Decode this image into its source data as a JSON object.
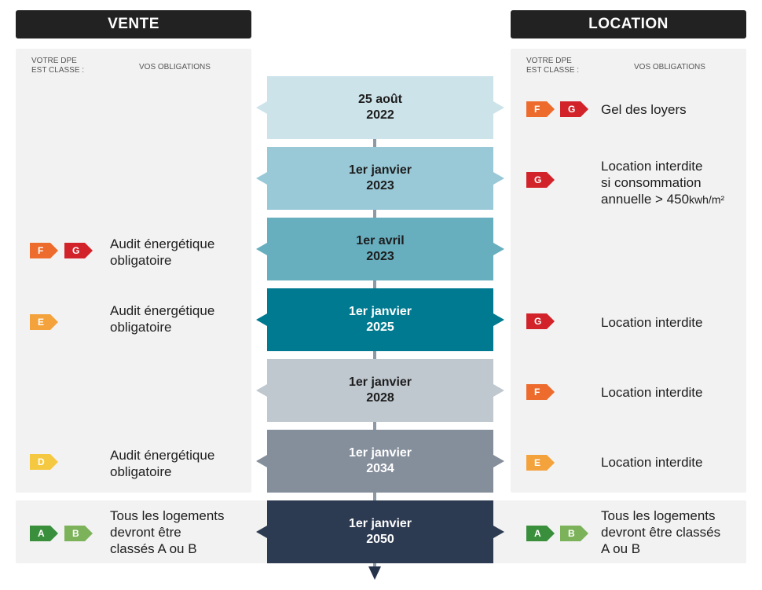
{
  "headers": {
    "vente": "VENTE",
    "location": "LOCATION"
  },
  "column_heads": {
    "left_dpe": "VOTRE DPE\nEST CLASSE :",
    "left_obl": "VOS OBLIGATIONS",
    "right_dpe": "VOTRE DPE\nEST CLASSE :",
    "right_obl": "VOS OBLIGATIONS"
  },
  "dpe_colors": {
    "A": "#3a8f3c",
    "B": "#7cb25a",
    "D": "#f5c842",
    "E": "#f3a23c",
    "F": "#ed6b2c",
    "G": "#d2232a"
  },
  "dates": [
    {
      "line1": "25 août",
      "line2": "2022",
      "bg": "#cde3ea",
      "fg": "#1d1d1d"
    },
    {
      "line1": "1er janvier",
      "line2": "2023",
      "bg": "#99c9d7",
      "fg": "#1d1d1d"
    },
    {
      "line1": "1er avril",
      "line2": "2023",
      "bg": "#67aebf",
      "fg": "#1d1d1d"
    },
    {
      "line1": "1er janvier",
      "line2": "2025",
      "bg": "#007a90",
      "fg": "#ffffff"
    },
    {
      "line1": "1er janvier",
      "line2": "2028",
      "bg": "#bfc7cf",
      "fg": "#1d1d1d"
    },
    {
      "line1": "1er janvier",
      "line2": "2034",
      "bg": "#858e9b",
      "fg": "#ffffff"
    },
    {
      "line1": "1er janvier",
      "line2": "2050",
      "bg": "#2d3b52",
      "fg": "#ffffff"
    }
  ],
  "vente": {
    "audit_fg": {
      "badges": [
        "F",
        "G"
      ],
      "text": "Audit énergétique\nobligatoire"
    },
    "audit_e": {
      "badges": [
        "E"
      ],
      "text": "Audit énergétique\nobligatoire"
    },
    "audit_d": {
      "badges": [
        "D"
      ],
      "text": "Audit énergétique\nobligatoire"
    },
    "final": {
      "badges": [
        "A",
        "B"
      ],
      "text": "Tous les logements\ndevront être\nclassés A ou B"
    }
  },
  "location": {
    "gel": {
      "badges": [
        "F",
        "G"
      ],
      "text": "Gel des loyers"
    },
    "interdite_450": {
      "badges": [
        "G"
      ],
      "line1": "Location interdite",
      "line2": "si consommation",
      "line3": "annuelle > 450",
      "unit": "kwh/m²"
    },
    "interdite_g": {
      "badges": [
        "G"
      ],
      "text": "Location interdite"
    },
    "interdite_f": {
      "badges": [
        "F"
      ],
      "text": "Location interdite"
    },
    "interdite_e": {
      "badges": [
        "E"
      ],
      "text": "Location interdite"
    },
    "final": {
      "badges": [
        "A",
        "B"
      ],
      "text": "Tous les logements\ndevront être classés\nA ou B"
    }
  }
}
